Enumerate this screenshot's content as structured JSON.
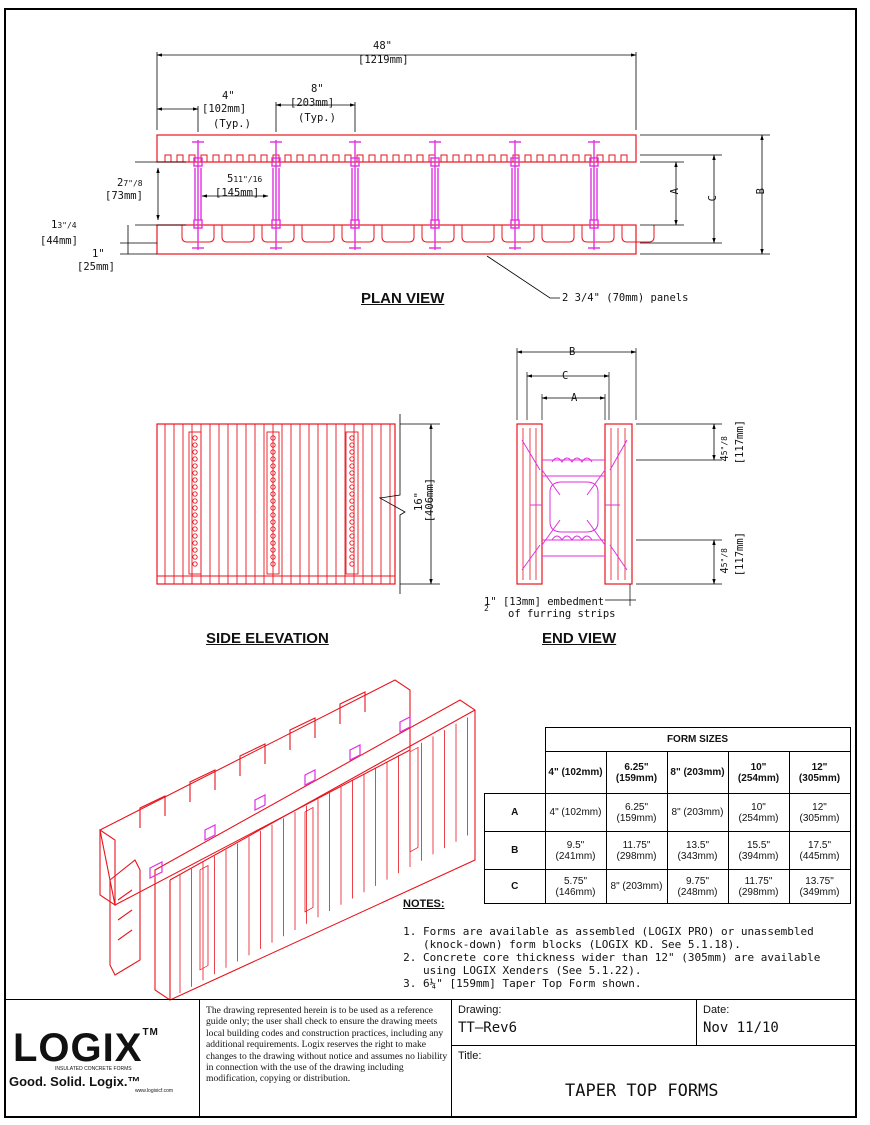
{
  "views": {
    "plan": "PLAN VIEW",
    "side": "SIDE ELEVATION",
    "end": "END VIEW"
  },
  "plan_dims": {
    "overall": "48\"",
    "overall_mm": "[1219mm]",
    "web_offset": "4\"",
    "web_offset_mm": "[102mm]",
    "web_offset_note": "(Typ.)",
    "web_spacing": "8\"",
    "web_spacing_mm": "[203mm]",
    "web_spacing_note": "(Typ.)",
    "dim_a_whole": "2",
    "dim_a_frac": "7\"/8",
    "dim_a_mm": "[73mm]",
    "dim_b_whole": "5",
    "dim_b_frac": "11\"/16",
    "dim_b_mm": "[145mm]",
    "dim_c_whole": "1",
    "dim_c_frac": "3\"/4",
    "dim_c_mm": "[44mm]",
    "dim_d": "1\"",
    "dim_d_mm": "[25mm]",
    "label_a": "A",
    "label_c": "C",
    "label_b": "B",
    "panels_callout": "2 3/4\" (70mm) panels"
  },
  "side_dims": {
    "height": "16\"",
    "height_mm": "[406mm]"
  },
  "end_dims": {
    "label_b": "B",
    "label_c": "C",
    "label_a": "A",
    "top_whole": "4",
    "top_frac": "5\"/8",
    "top_mm": "[117mm]",
    "bottom_whole": "4",
    "bottom_frac": "5\"/8",
    "bottom_mm": "[117mm]",
    "embed_1": "1\" [13mm] embedment",
    "embed_frac": "2",
    "embed_2": "of furring strips"
  },
  "form_sizes": {
    "title": "FORM SIZES",
    "columns": [
      {
        "top": "4\" (102mm)",
        "bottom": ""
      },
      {
        "top": "6.25\"",
        "bottom": "(159mm)"
      },
      {
        "top": "8\" (203mm)",
        "bottom": ""
      },
      {
        "top": "10\"",
        "bottom": "(254mm)"
      },
      {
        "top": "12\"",
        "bottom": "(305mm)"
      }
    ],
    "rows": [
      {
        "label": "A",
        "cells": [
          [
            "4\" (102mm)",
            ""
          ],
          [
            "6.25\"",
            "(159mm)"
          ],
          [
            "8\" (203mm)",
            ""
          ],
          [
            "10\"",
            "(254mm)"
          ],
          [
            "12\"",
            "(305mm)"
          ]
        ]
      },
      {
        "label": "B",
        "cells": [
          [
            "9.5\"",
            "(241mm)"
          ],
          [
            "11.75\"",
            "(298mm)"
          ],
          [
            "13.5\"",
            "(343mm)"
          ],
          [
            "15.5\"",
            "(394mm)"
          ],
          [
            "17.5\"",
            "(445mm)"
          ]
        ]
      },
      {
        "label": "C",
        "cells": [
          [
            "5.75\"",
            "(146mm)"
          ],
          [
            "8\" (203mm)",
            ""
          ],
          [
            "9.75\"",
            "(248mm)"
          ],
          [
            "11.75\"",
            "(298mm)"
          ],
          [
            "13.75\"",
            "(349mm)"
          ]
        ]
      }
    ]
  },
  "notes": {
    "title": "NOTES:",
    "items": [
      "Forms are available as assembled (LOGIX PRO) or unassembled (knock-down) form blocks (LOGIX KD. See 5.1.18).",
      "Concrete core thickness wider than 12\" (305mm) are available using LOGIX Xenders (See 5.1.22).",
      "6¼\" [159mm] Taper Top Form shown."
    ]
  },
  "title_block": {
    "logo_text": "LOGIX",
    "logo_tm": "TM",
    "logo_sub": "INSULATED CONCRETE FORMS",
    "slogan": "Good. Solid. Logix.™",
    "url": "www.logixicf.com",
    "disclaimer": "The drawing represented herein is to be used as a reference guide only; the user shall check to ensure the drawing meets local building codes and construction practices, including any additional requirements. Logix reserves the right to make changes to the drawing without notice and assumes no liability in connection with the use of the drawing including modification, copying or distribution.",
    "drawing_label": "Drawing:",
    "drawing_value": "TT–Rev6",
    "date_label": "Date:",
    "date_value": "Nov 11/10",
    "title_label": "Title:",
    "title_value": "TAPER TOP FORMS"
  },
  "colors": {
    "panel": "#e8141e",
    "web": "#e030e0",
    "ink": "#000000"
  }
}
